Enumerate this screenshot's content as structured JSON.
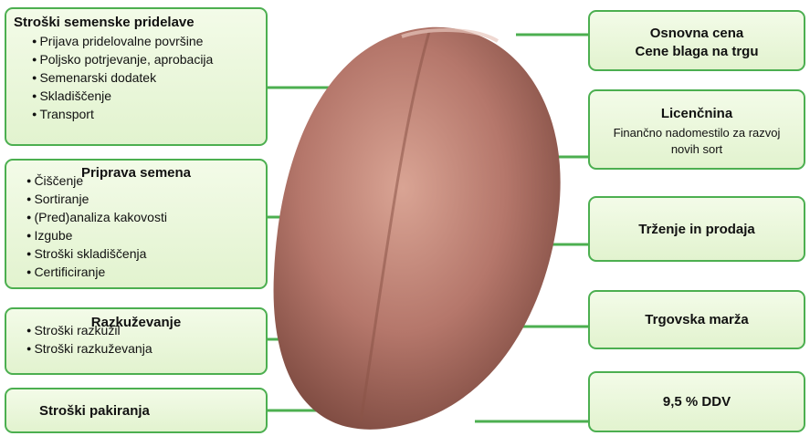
{
  "left_boxes": [
    {
      "title": "Stroški semenske pridelave",
      "items": [
        "Prijava pridelovalne površine",
        "Poljsko potrjevanje, aprobacija",
        "Semenarski dodatek",
        "Skladiščenje",
        "Transport"
      ]
    },
    {
      "title": "Priprava semena",
      "items": [
        "Čiščenje",
        "Sortiranje",
        "(Pred)analiza kakovosti",
        "Izgube",
        "Stroški skladiščenja",
        "Certificiranje"
      ]
    },
    {
      "title": "Razkuževanje",
      "items": [
        "Stroški razkužil",
        "Stroški razkuževanja"
      ]
    },
    {
      "title": "Stroški pakiranja",
      "items": []
    }
  ],
  "right_boxes": [
    {
      "title": "Osnovna cena",
      "title2": "Cene blaga na trgu"
    },
    {
      "title": "Licenčnina",
      "subtitle": "Finančno nadomestilo za razvoj novih sort"
    },
    {
      "title": "Trženje in prodaja"
    },
    {
      "title": "Trgovska marža"
    },
    {
      "title": "9,5 % DDV"
    }
  ],
  "colors": {
    "accent": "#4caf50",
    "box_fill": "#e8f5d8",
    "seed": "#b5776b"
  }
}
